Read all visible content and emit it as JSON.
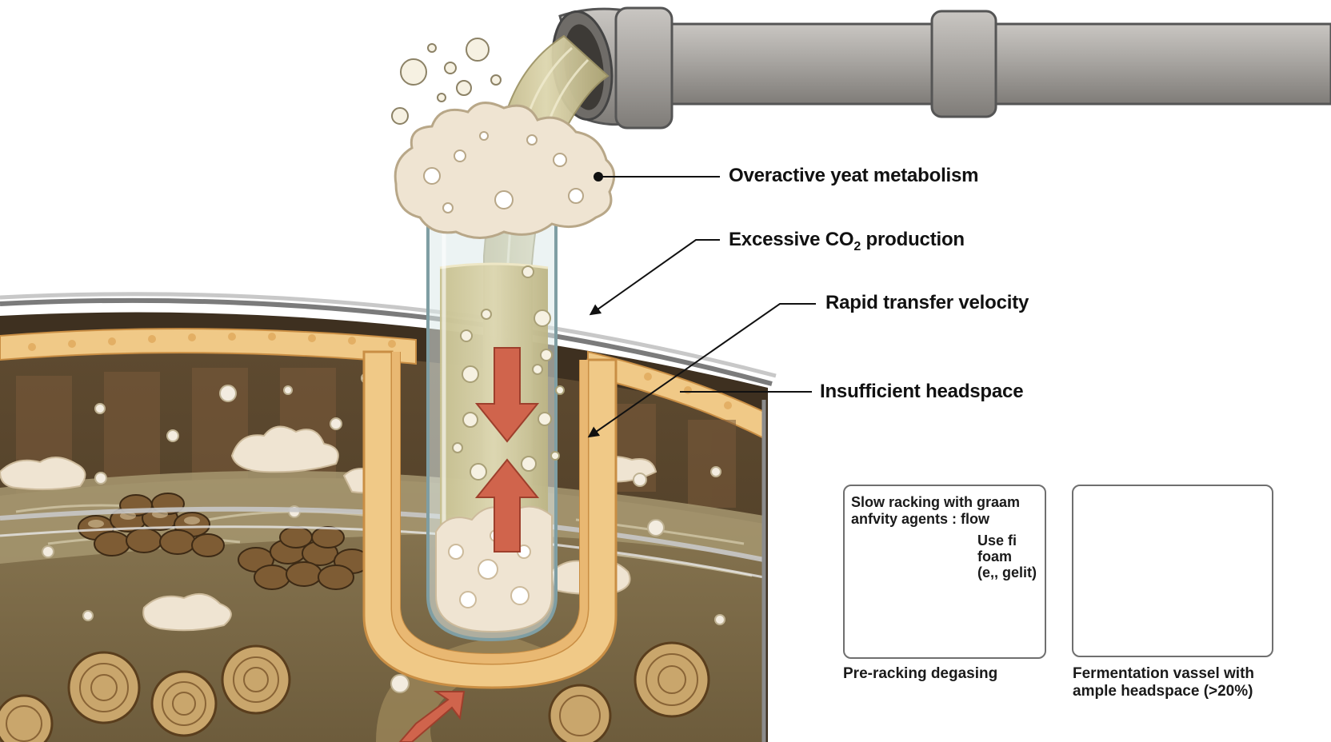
{
  "callouts": {
    "yeast": "Overactive yeat metabolism",
    "co2_pre": "Excessive CO",
    "co2_sub": "2",
    "co2_post": " production",
    "velocity": "Rapid transfer velocity",
    "headspace": "Insufficient headspace"
  },
  "panel_degassing": {
    "line1": "Slow racking with graam",
    "line2": "anfvity agents : flow",
    "note1": "Use fi",
    "note2": "foam",
    "note3": "(e,, gelit)",
    "caption": "Pre-racking degasing"
  },
  "panel_vessel": {
    "caption_line1": "Fermentation vassel with",
    "caption_line2": "ample headspace (>20%)"
  },
  "colors": {
    "pipe": "#a9a6a2",
    "liquid": "#cfc7a0",
    "tank_interior": "#6b5638",
    "foam": "#efe4d2",
    "arrow": "#d0644c",
    "vessel": "#b59f7a"
  }
}
